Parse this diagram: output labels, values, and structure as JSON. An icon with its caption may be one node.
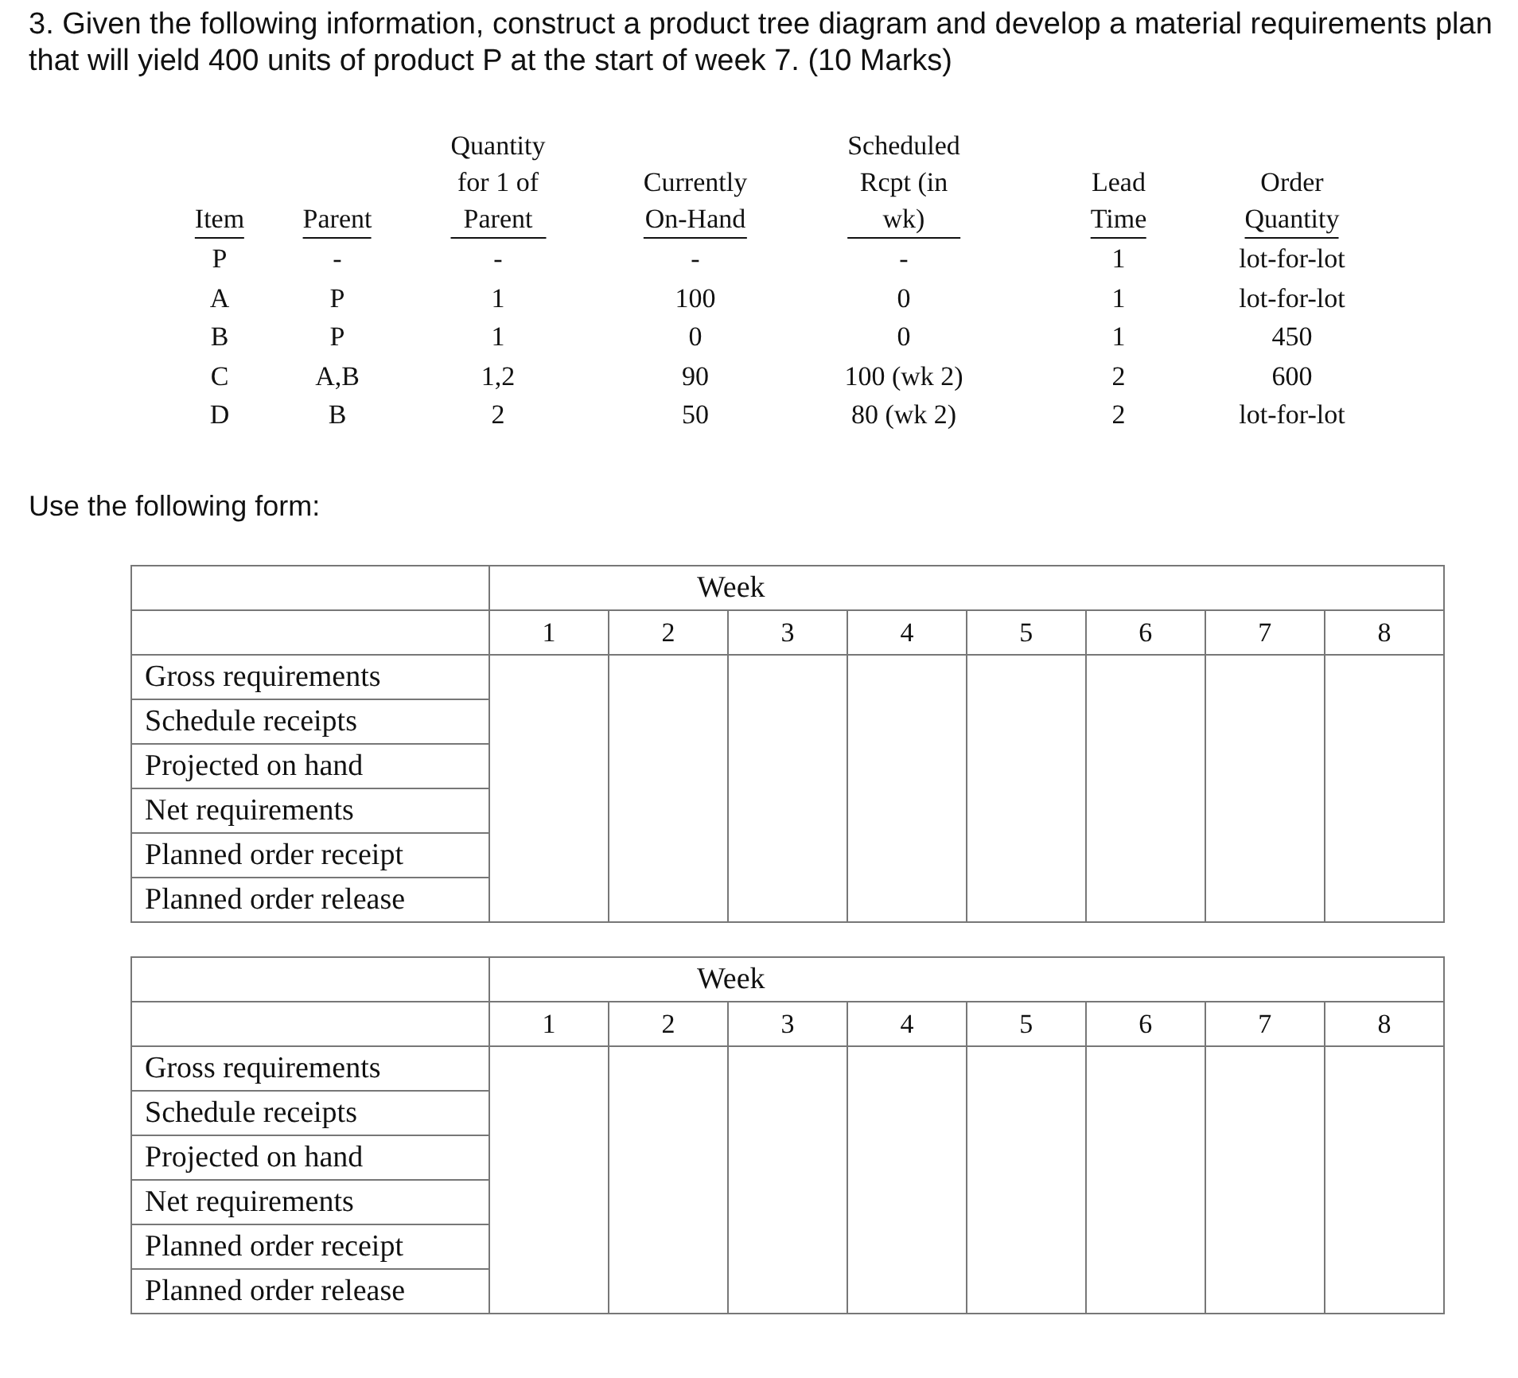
{
  "diagram": {
    "title": "3. Given the following information, construct a product tree diagram and develop a material requirements plan that will yield 400 units of product P at the start of week 7. (10 Marks)",
    "labels": [
      "Item",
      "Parent",
      "Quantity for 1 of Parent",
      "Currently On-Hand",
      "Scheduled Rcpt (in wk)",
      "Lead Time",
      "Order Quantity",
      "P",
      "-",
      "-",
      "-",
      "-",
      "1",
      "lot-for-lot",
      "A",
      "P",
      "1",
      "100",
      "0",
      "1",
      "lot-for-lot",
      "B",
      "P",
      "1",
      "0",
      "0",
      "1",
      "450",
      "C",
      "A,B",
      "1,2",
      "90",
      "100 (wk 2)",
      "2",
      "600",
      "D",
      "B",
      "2",
      "50",
      "80 (wk 2)",
      "2",
      "lot-for-lot",
      "Use the following form:",
      "Week",
      "1",
      "2",
      "3",
      "4",
      "5",
      "6",
      "7",
      "8",
      "Gross requirements",
      "Schedule receipts",
      "Projected on hand",
      "Net requirements",
      "Planned order receipt",
      "Planned order release",
      "Week",
      "1",
      "2",
      "3",
      "4",
      "5",
      "6",
      "7",
      "8",
      "Gross requirements",
      "Schedule receipts",
      "Projected on hand",
      "Net requirements",
      "Planned order receipt",
      "Planned order release"
    ]
  }
}
